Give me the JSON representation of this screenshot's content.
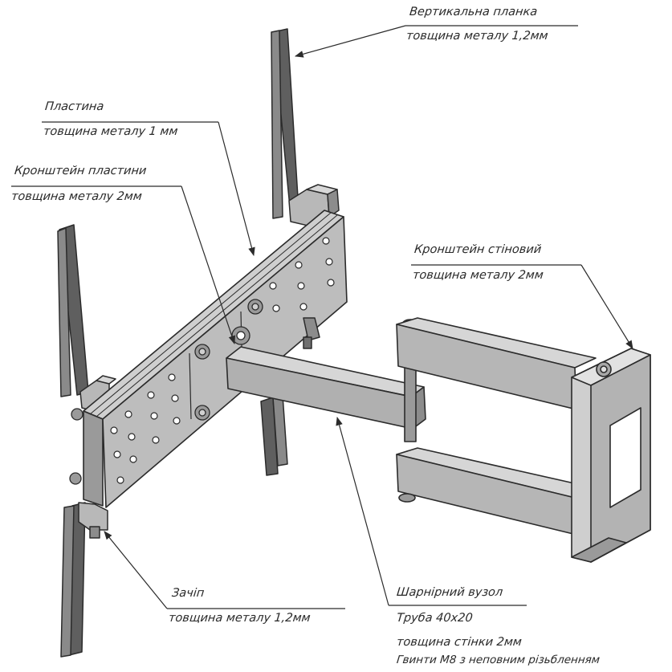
{
  "labels": {
    "vertical_bar": {
      "name": "Вертикальна планка",
      "spec": "товщина металу 1,2мм"
    },
    "plate": {
      "name": "Пластина",
      "spec": "товщина металу 1 мм"
    },
    "plate_bracket": {
      "name": "Кронштейн пластини",
      "spec": "товщина металу 2мм"
    },
    "wall_bracket": {
      "name": "Кронштейн стіновий",
      "spec": "товщина металу 2мм"
    },
    "latch": {
      "name": "Зачіп",
      "spec": "товщина металу 1,2мм"
    },
    "hinge": {
      "name": "Шарнірний вузол",
      "line1": "Труба 40х20",
      "line2": "товщина стінки 2мм",
      "line3": "Гвинти М8 з неповним різьбленням"
    }
  },
  "colors": {
    "line": "#2b2b2b",
    "dark_metal": "#5f5f5f",
    "mid_metal": "#a9a9a9",
    "light_metal": "#d4d4d4"
  }
}
